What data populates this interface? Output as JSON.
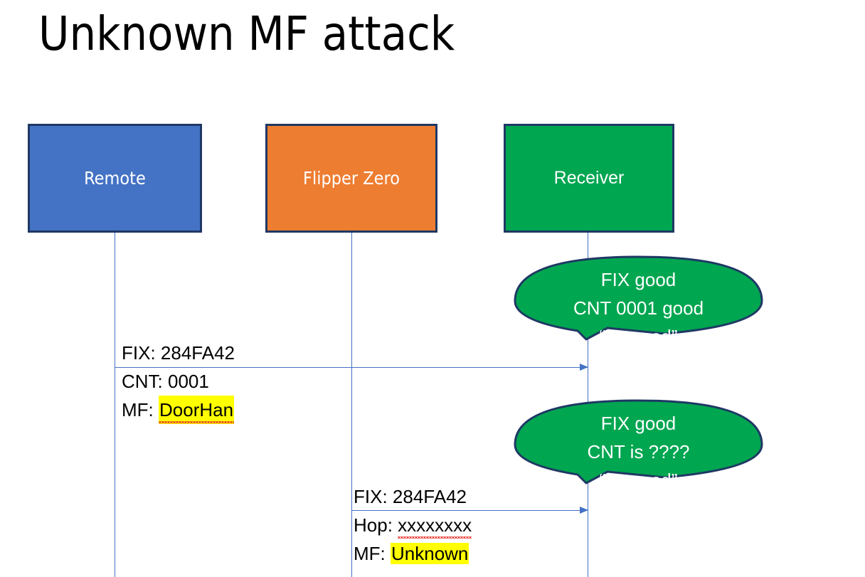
{
  "slide": {
    "title": "Unknown MF attack",
    "background_color": "#FFFFFF"
  },
  "colors": {
    "remote_fill": "#4472C4",
    "flipper_fill": "#ED7D31",
    "receiver_fill": "#00A650",
    "box_border": "#1F3864",
    "lifeline": "#4472C4",
    "arrow": "#4472C4",
    "highlight": "#FFFF00",
    "spellcheck_underline": "#E8352B",
    "text": "#000000",
    "box_label_text": "#FFFFFF"
  },
  "actors": [
    {
      "id": "remote",
      "label": "Remote"
    },
    {
      "id": "flipper",
      "label": "Flipper Zero"
    },
    {
      "id": "receiver",
      "label": "Receiver"
    }
  ],
  "messages": [
    {
      "id": "msg-remote-to-receiver",
      "from": "remote",
      "to": "receiver",
      "lines": [
        {
          "label": "FIX: ",
          "value": "284FA42",
          "highlight": false,
          "squiggle": false
        },
        {
          "label": "CNT: ",
          "value": "0001",
          "highlight": false,
          "squiggle": false
        },
        {
          "label": "MF: ",
          "value": "DoorHan",
          "highlight": true,
          "squiggle": true
        }
      ]
    },
    {
      "id": "msg-flipper-to-receiver",
      "from": "flipper",
      "to": "receiver",
      "lines": [
        {
          "label": "FIX: ",
          "value": "284FA42",
          "highlight": false,
          "squiggle": false
        },
        {
          "label": "Hop: ",
          "value": "xxxxxxxx",
          "highlight": false,
          "squiggle": true
        },
        {
          "label": "MF: ",
          "value": "Unknown",
          "highlight": true,
          "squiggle": false
        }
      ]
    }
  ],
  "bubbles": [
    {
      "id": "bubble-1",
      "attached_to": "msg-remote-to-receiver",
      "lines": [
        "FIX good",
        "CNT 0001 good",
        "“Opened”"
      ]
    },
    {
      "id": "bubble-2",
      "attached_to": "msg-flipper-to-receiver",
      "lines": [
        "FIX good",
        "CNT is ????",
        "“Opened”"
      ]
    }
  ]
}
